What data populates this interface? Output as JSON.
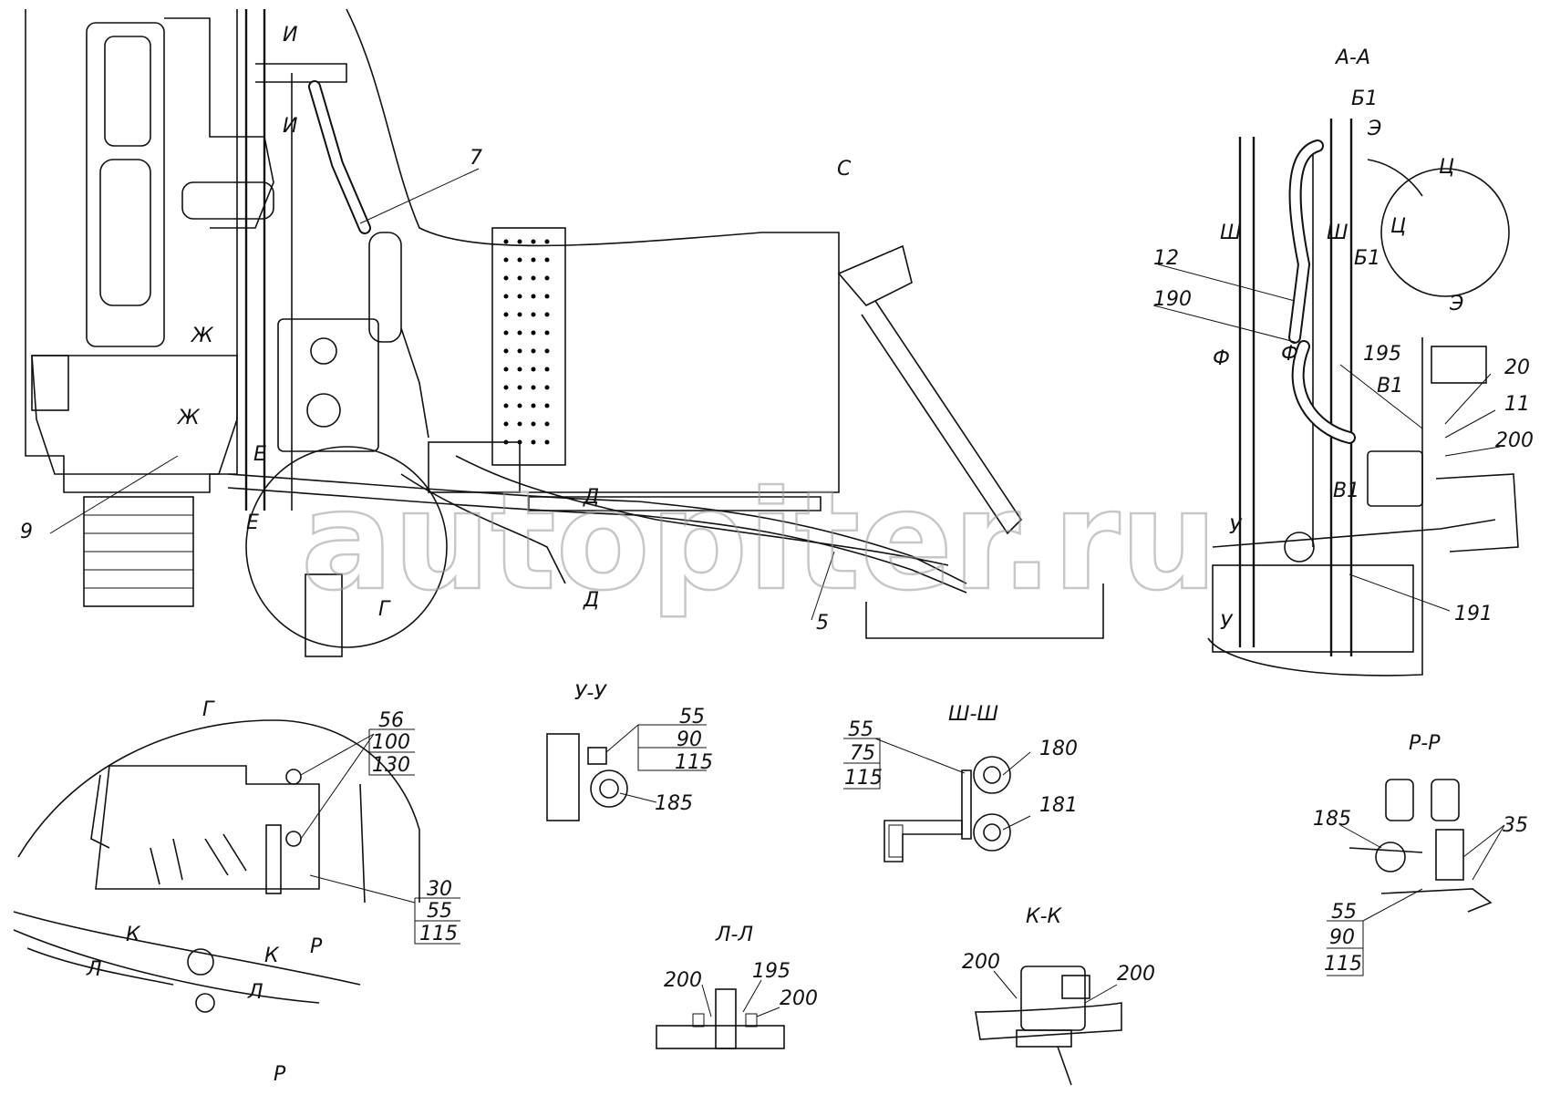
{
  "watermark": "autopiter.ru",
  "main_view": {
    "callouts": [
      "7",
      "9",
      "5",
      "12",
      "190",
      "195",
      "20",
      "11",
      "200",
      "191"
    ],
    "section_marks": [
      "И",
      "И",
      "Ж",
      "Ж",
      "Е",
      "Е",
      "Д",
      "Д",
      "Г",
      "С",
      "А-А",
      "Б1",
      "Б1",
      "Э",
      "Э",
      "Ц",
      "Ц",
      "Ш",
      "Ш",
      "Ф",
      "Ф",
      "В1",
      "В1",
      "У",
      "У"
    ]
  },
  "detail_G": {
    "title": "Г",
    "callouts": [
      "56",
      "100",
      "130",
      "30",
      "55",
      "115"
    ],
    "section_marks": [
      "К",
      "К",
      "Л",
      "Л",
      "Р",
      "Р"
    ]
  },
  "section_UU": {
    "title": "У-У",
    "callouts": [
      "55",
      "90",
      "115",
      "185"
    ]
  },
  "section_LL": {
    "title": "Л-Л",
    "callouts": [
      "200",
      "195",
      "200"
    ]
  },
  "section_SS": {
    "title": "Ш-Ш",
    "callouts": [
      "55",
      "75",
      "115",
      "180",
      "181"
    ]
  },
  "section_KK": {
    "title": "К-К",
    "callouts": [
      "200",
      "200"
    ]
  },
  "section_RR": {
    "title": "Р-Р",
    "callouts": [
      "185",
      "35",
      "55",
      "90",
      "115"
    ]
  }
}
